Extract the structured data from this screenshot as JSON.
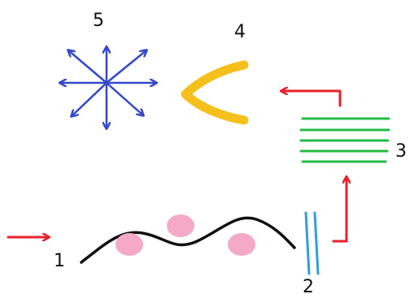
{
  "labels": {
    "step1": "1",
    "step2": "2",
    "step3": "3",
    "step4": "4",
    "step5": "5"
  },
  "colors": {
    "arrow_red": "#e8202a",
    "wave_black": "#111111",
    "blob_pink": "#f4aac6",
    "parallel_blue": "#2f9fe0",
    "stack_green": "#22bb44",
    "chevron_yellow": "#f5bf1c",
    "star_blue": "#3448c8"
  }
}
